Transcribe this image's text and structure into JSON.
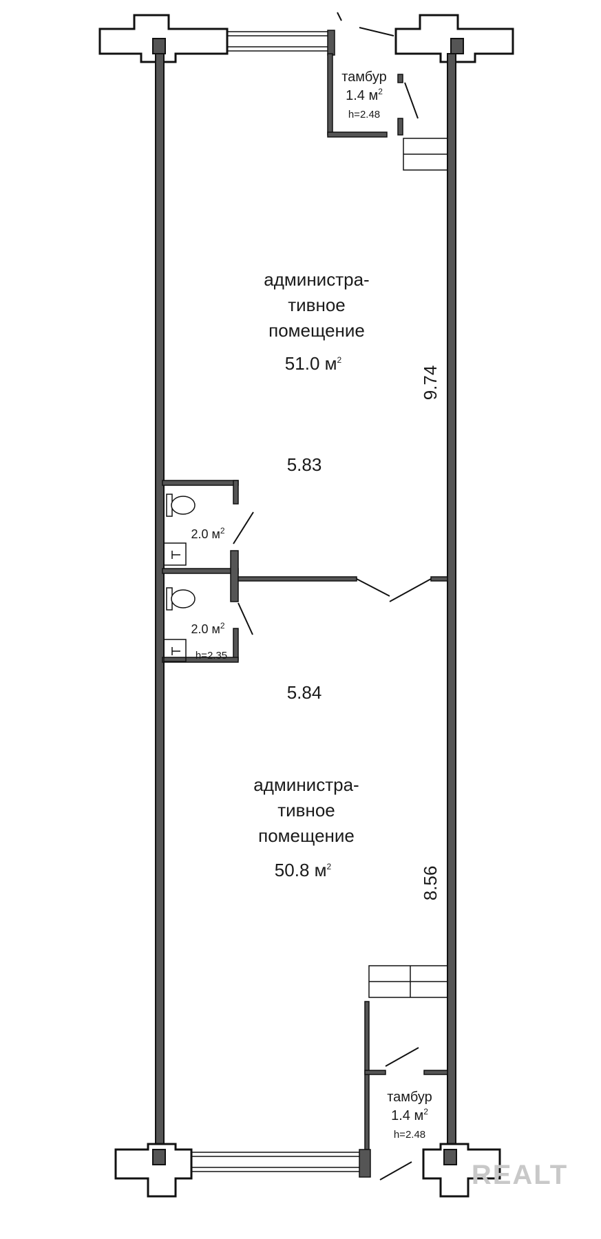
{
  "rooms": {
    "vestibule_top": {
      "name": "тамбур",
      "area": "1.4 м",
      "area_sup": "2",
      "height": "h=2.48"
    },
    "office_upper": {
      "name_line1": "администра-",
      "name_line2": "тивное",
      "name_line3": "помещение",
      "area": "51.0 м",
      "area_sup": "2"
    },
    "wc_upper": {
      "area": "2.0 м",
      "area_sup": "2"
    },
    "wc_lower": {
      "area": "2.0 м",
      "area_sup": "2",
      "height": "h=2.35"
    },
    "office_lower": {
      "name_line1": "администра-",
      "name_line2": "тивное",
      "name_line3": "помещение",
      "area": "50.8 м",
      "area_sup": "2"
    },
    "vestibule_bottom": {
      "name": "тамбур",
      "area": "1.4 м",
      "area_sup": "2",
      "height": "h=2.48"
    }
  },
  "dimensions": {
    "upper_width": "5.83",
    "upper_length": "9.74",
    "lower_width": "5.84",
    "lower_length": "8.56"
  },
  "watermark": "REALT",
  "colors": {
    "wall_fill": "#555555",
    "line": "#111111",
    "watermark": "#c8c8c8"
  }
}
